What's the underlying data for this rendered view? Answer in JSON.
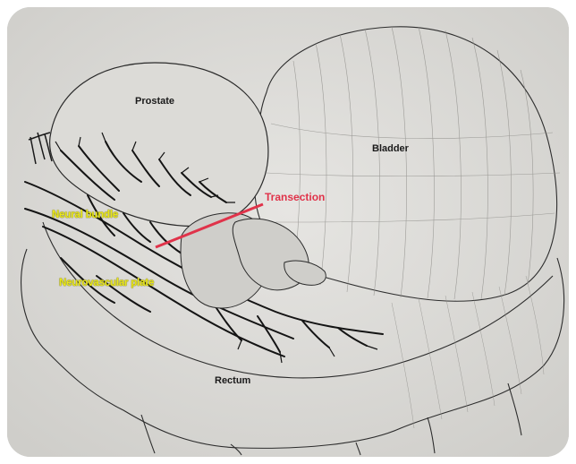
{
  "labels": {
    "prostate": "Prostate",
    "bladder": "Bladder",
    "transection": "Transection",
    "neural_bundle": "Neural bundle",
    "neurovascular_plate": "Neurovascular plate",
    "rectum": "Rectum"
  },
  "colors": {
    "paper": "#d8d7d3",
    "pencil": "#2a2a2a",
    "label_yellow": "#e8e61a",
    "transection_red": "#e0334a"
  }
}
